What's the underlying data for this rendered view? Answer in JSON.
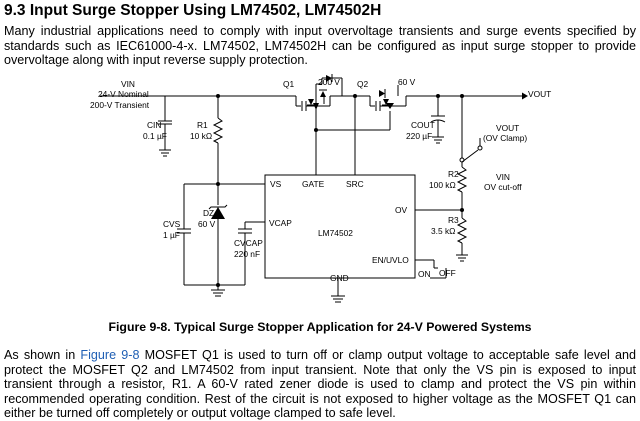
{
  "section": {
    "title": "9.3 Input Surge Stopper Using LM74502, LM74502H"
  },
  "intro": {
    "text": "Many industrial applications need to comply with input overvoltage transients and surge events specified by standards such as IEC61000-4-x. LM74502, LM74502H can be configured as input surge stopper to provide overvoltage along with input reverse supply protection."
  },
  "schematic": {
    "vin_label": "VIN",
    "vin_note_1": "24-V Nominal",
    "vin_note_2": "200-V Transient",
    "vout_label": "VOUT",
    "q1_label": "Q1",
    "q1_rating": "200 V",
    "q2_label": "Q2",
    "q2_rating": "60 V",
    "cin_label": "CIN",
    "cin_value": "0.1 µF",
    "r1_label": "R1",
    "r1_value": "10 kΩ",
    "cout_label": "COUT",
    "cout_value": "220 µF",
    "vout_clamp_1": "VOUT",
    "vout_clamp_2": "(OV Clamp)",
    "r2_label": "R2",
    "r2_value": "100 kΩ",
    "vin_cutoff_1": "VIN",
    "vin_cutoff_2": "OV cut-off",
    "r3_label": "R3",
    "r3_value": "3.5 kΩ",
    "dz_label": "DZ",
    "dz_value": "60 V",
    "cvs_label": "CVS",
    "cvs_value": "1 µF",
    "cvcap_label": "CVCAP",
    "cvcap_value": "220 nF",
    "ic_name": "LM74502",
    "pin_vs": "VS",
    "pin_gate": "GATE",
    "pin_src": "SRC",
    "pin_ov": "OV",
    "pin_vcap": "VCAP",
    "pin_en": "EN/UVLO",
    "pin_gnd": "GND",
    "on_label": "ON",
    "off_label": "OFF"
  },
  "figure": {
    "caption": "Figure 9-8. Typical Surge Stopper Application for 24-V Powered Systems"
  },
  "body": {
    "before_link": "As shown in ",
    "link": "Figure 9-8",
    "after_link": " MOSFET Q1 is used to turn off or clamp output voltage to acceptable safe level and protect the MOSFET Q2 and LM74502 from input transient. Note that only the VS pin is exposed to input transient through a resistor, R1. A 60-V rated zener diode is used to clamp and protect the VS pin within recommended operating condition. Rest of the circuit is not exposed to higher voltage as the MOSFET Q1 can either be turned off completely or output voltage clamped to safe level."
  }
}
